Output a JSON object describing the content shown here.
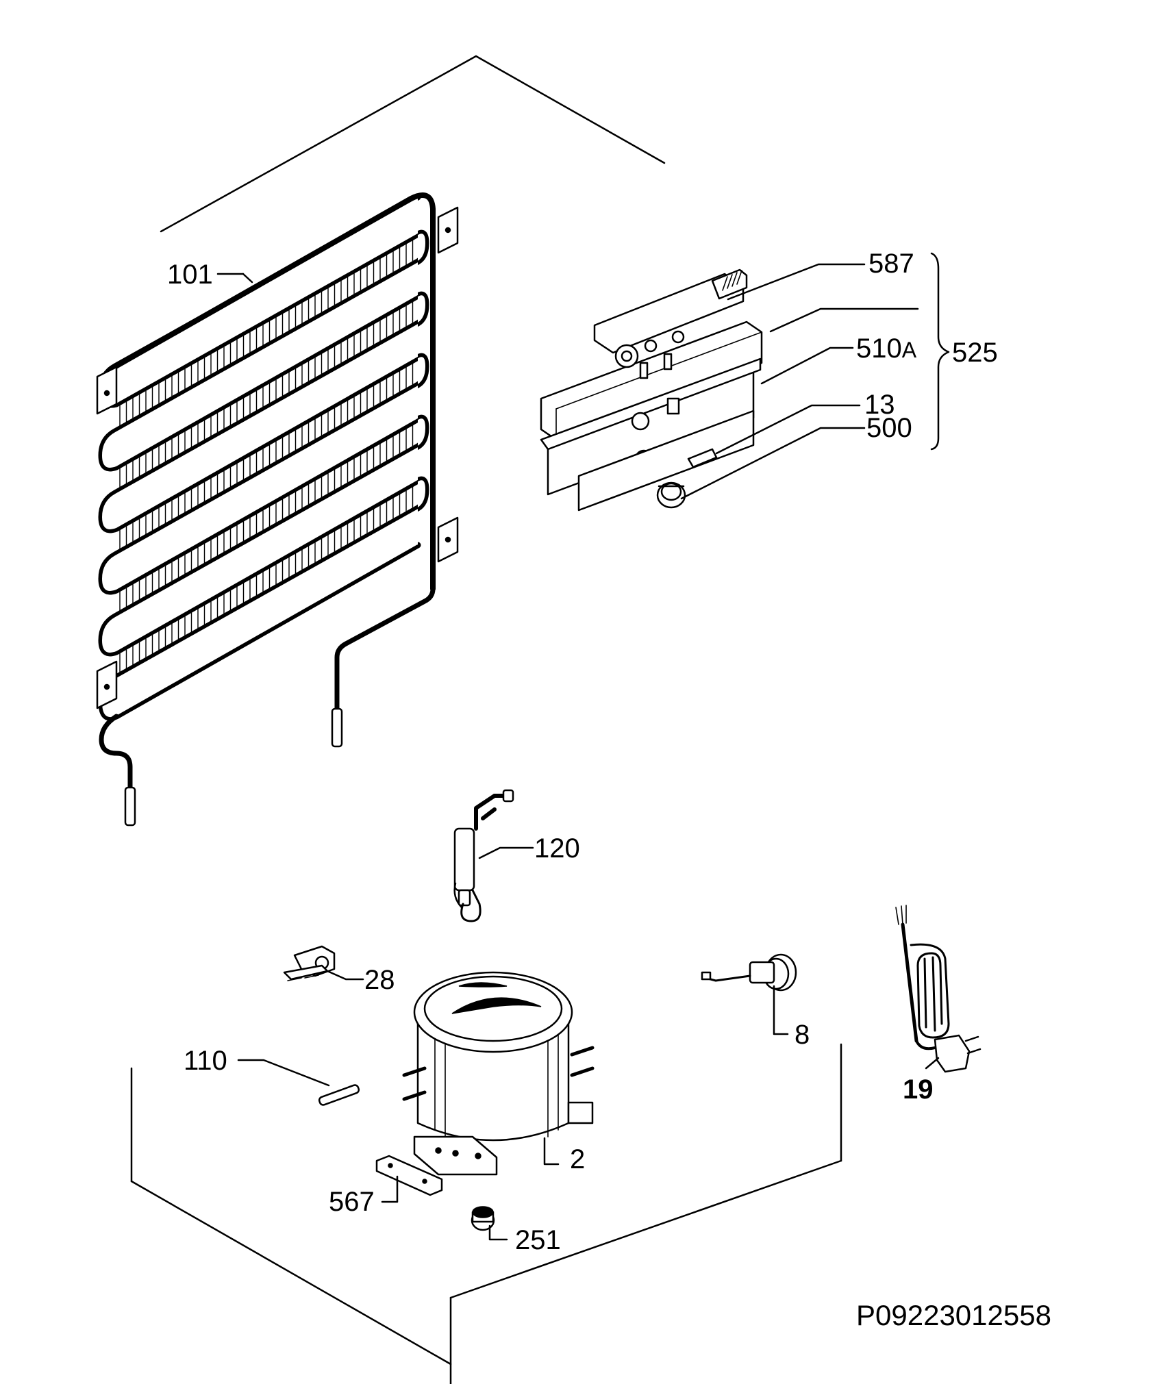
{
  "labels": {
    "l101": "101",
    "l587": "587",
    "l510a_num": "510",
    "l510a_suffix": "A",
    "l525": "525",
    "l13": "13",
    "l500": "500",
    "l120": "120",
    "l28": "28",
    "l8": "8",
    "l110": "110",
    "l2": "2",
    "l19": "19",
    "l567": "567",
    "l251": "251"
  },
  "drawing_code": "P09223012558"
}
